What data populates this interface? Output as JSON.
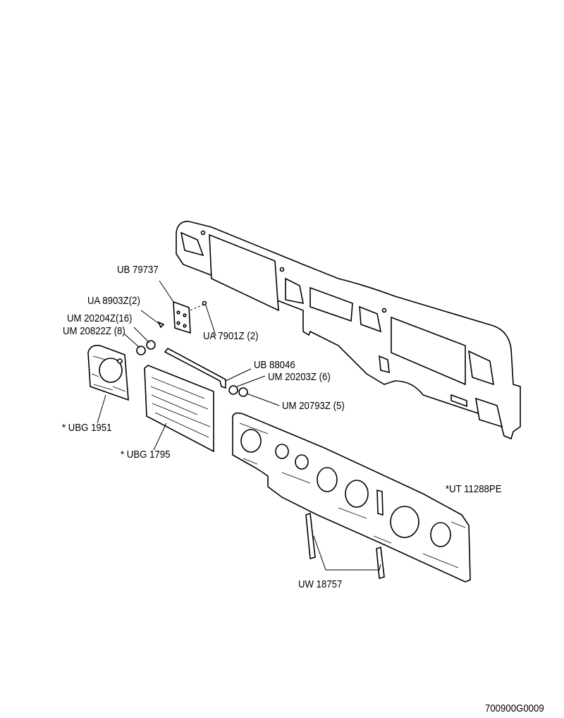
{
  "labels": {
    "ub79737": "UB 79737",
    "ua8903z": "UA 8903Z(2)",
    "um20204z": "UM 20204Z(16)",
    "um20822z": "UM 20822Z (8)",
    "ua7901z": "UA 7901Z (2)",
    "ub88046": "UB 88046",
    "um20203z": "UM 20203Z (6)",
    "um20793z": "UM 20793Z (5)",
    "ubg1951": "* UBG 1951",
    "ubg1795": "* UBG 1795",
    "ut11288pe": "*UT 11288PE",
    "uw18757": "UW 18757"
  },
  "figure_id": "700900G0009"
}
